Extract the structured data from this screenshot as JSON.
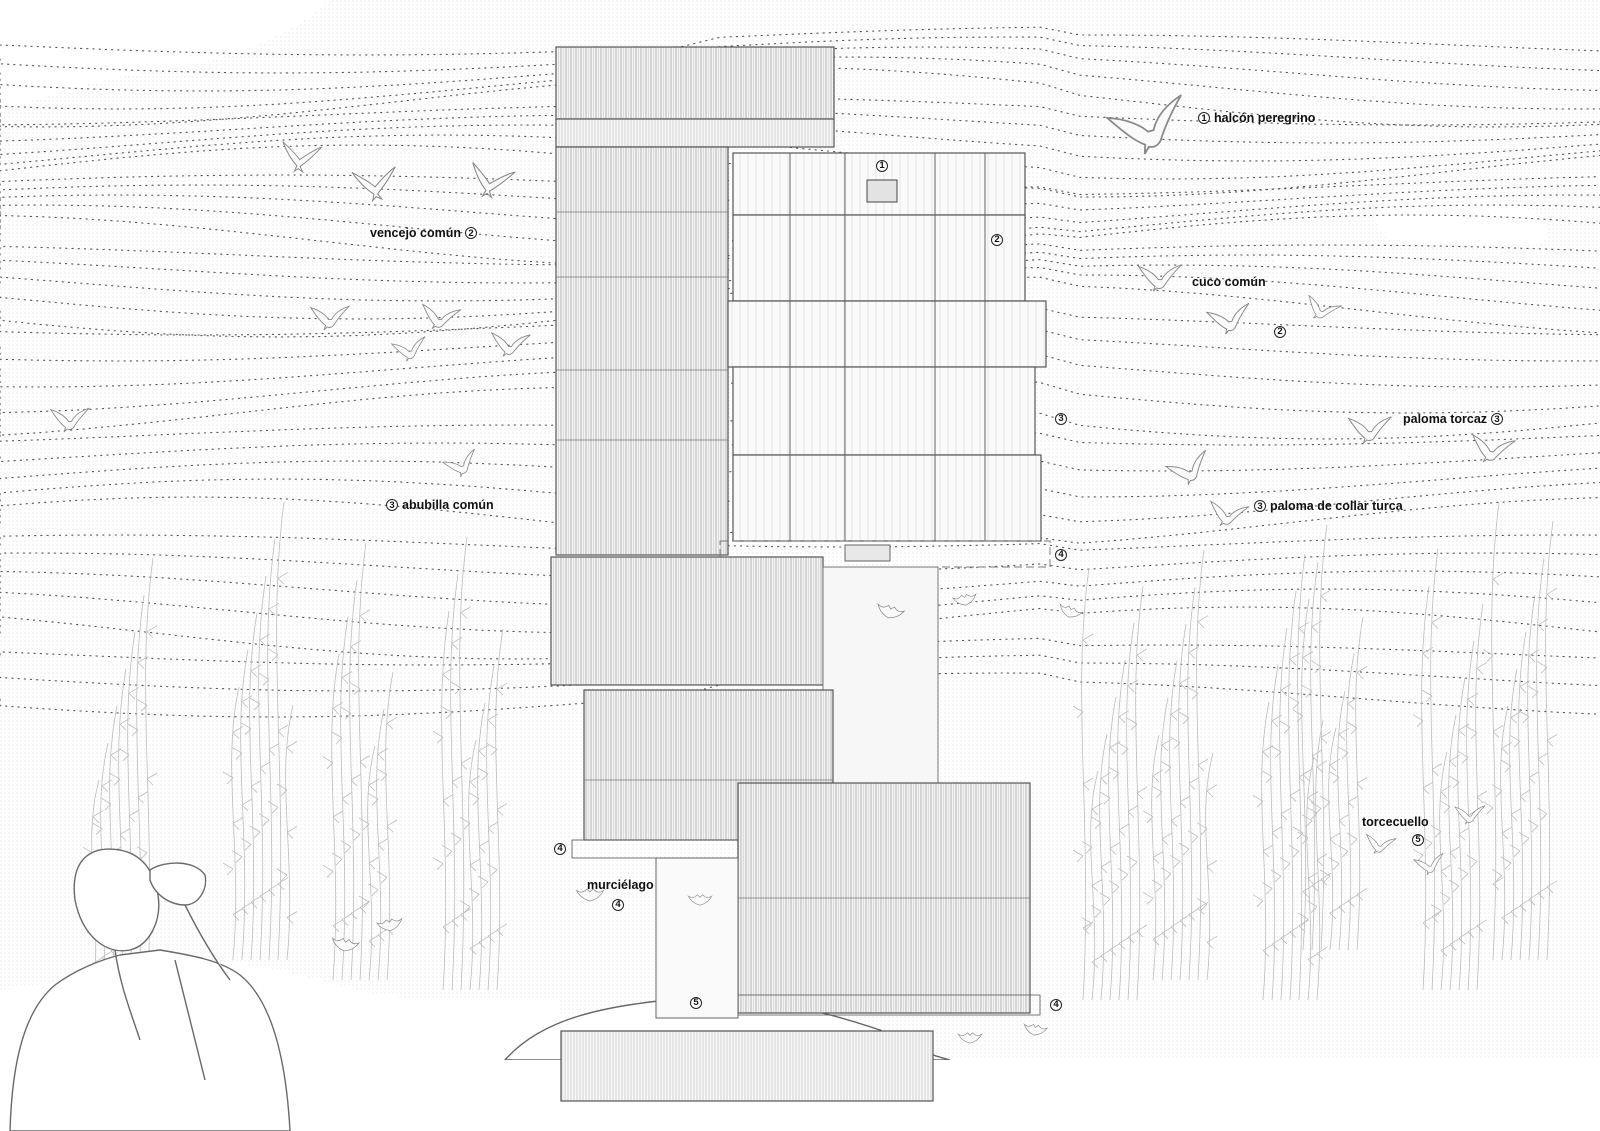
{
  "species_labels": [
    {
      "id": "halcon",
      "name": "halcón peregrino",
      "number": "1",
      "number_side": "before"
    },
    {
      "id": "vencejo",
      "name": "vencejo común",
      "number": "2",
      "number_side": "after"
    },
    {
      "id": "cuco",
      "name": "cuco común",
      "number": "",
      "number_side": "none"
    },
    {
      "id": "cuco-num",
      "name": "",
      "number": "2",
      "number_side": "only"
    },
    {
      "id": "paloma-torcaz",
      "name": "paloma torcaz",
      "number": "3",
      "number_side": "after"
    },
    {
      "id": "abubilla",
      "name": "abubilla común",
      "number": "3",
      "number_side": "before"
    },
    {
      "id": "paloma-turca",
      "name": "paloma de collar turca",
      "number": "3",
      "number_side": "before"
    },
    {
      "id": "torcecuello",
      "name": "torcecuello",
      "number": "",
      "number_side": "none"
    },
    {
      "id": "torcecuello-num",
      "name": "",
      "number": "5",
      "number_side": "only"
    },
    {
      "id": "murcielago",
      "name": "murciélago",
      "number": "",
      "number_side": "none"
    },
    {
      "id": "murcielago-num",
      "name": "",
      "number": "4",
      "number_side": "only"
    }
  ],
  "building_markers": [
    "1",
    "2",
    "3",
    "4",
    "4",
    "4",
    "5"
  ]
}
